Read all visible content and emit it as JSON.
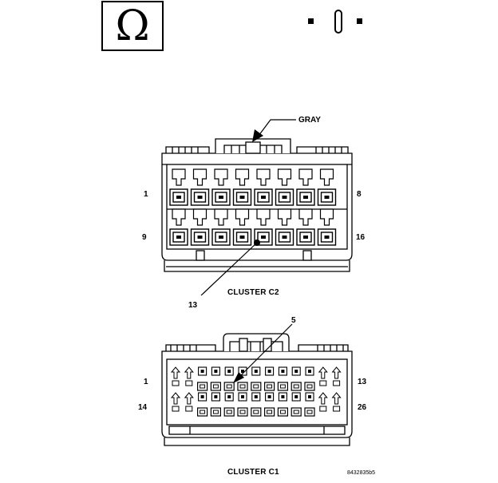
{
  "icons": {
    "ohm": {
      "symbol": "Ω",
      "name": "ohmmeter-icon"
    },
    "probe": {
      "name": "test-probe-icon"
    }
  },
  "c2": {
    "title": "CLUSTER C2",
    "color_label": "GRAY",
    "pin_1": "1",
    "pin_8": "8",
    "pin_9": "9",
    "pin_16": "16",
    "callout": "13"
  },
  "c1": {
    "title": "CLUSTER C1",
    "pin_1": "1",
    "pin_13": "13",
    "pin_14": "14",
    "pin_26": "26",
    "callout": "5"
  },
  "figure_ref": "8432835b5"
}
